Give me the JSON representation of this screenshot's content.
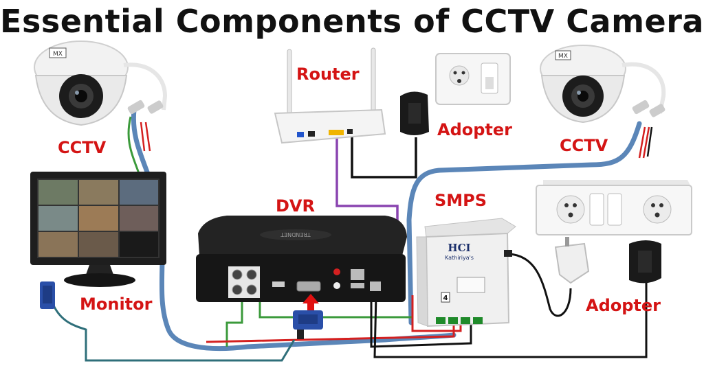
{
  "title": "Essential Components of CCTV Camera",
  "labels": {
    "cctv_left": "CCTV",
    "cctv_right": "CCTV",
    "router": "Router",
    "adapter_top": "Adopter",
    "adapter_right": "Adopter",
    "dvr": "DVR",
    "smps": "SMPS",
    "monitor": "Monitor"
  },
  "device_markings": {
    "camera_brand": "MX",
    "dvr_brand": "TRENDNET",
    "smps_brand": "HCI",
    "smps_sub": "Kathiriya's",
    "smps_channels": "4"
  },
  "colors": {
    "label": "#d41414",
    "coax_cable": "#5b86b8",
    "video_cable": "#3b9a3b",
    "power_red": "#d42020",
    "power_black": "#111111",
    "network_cable": "#8a44b0",
    "vga_cable": "#2f6f7a",
    "arrow": "#e01010"
  }
}
